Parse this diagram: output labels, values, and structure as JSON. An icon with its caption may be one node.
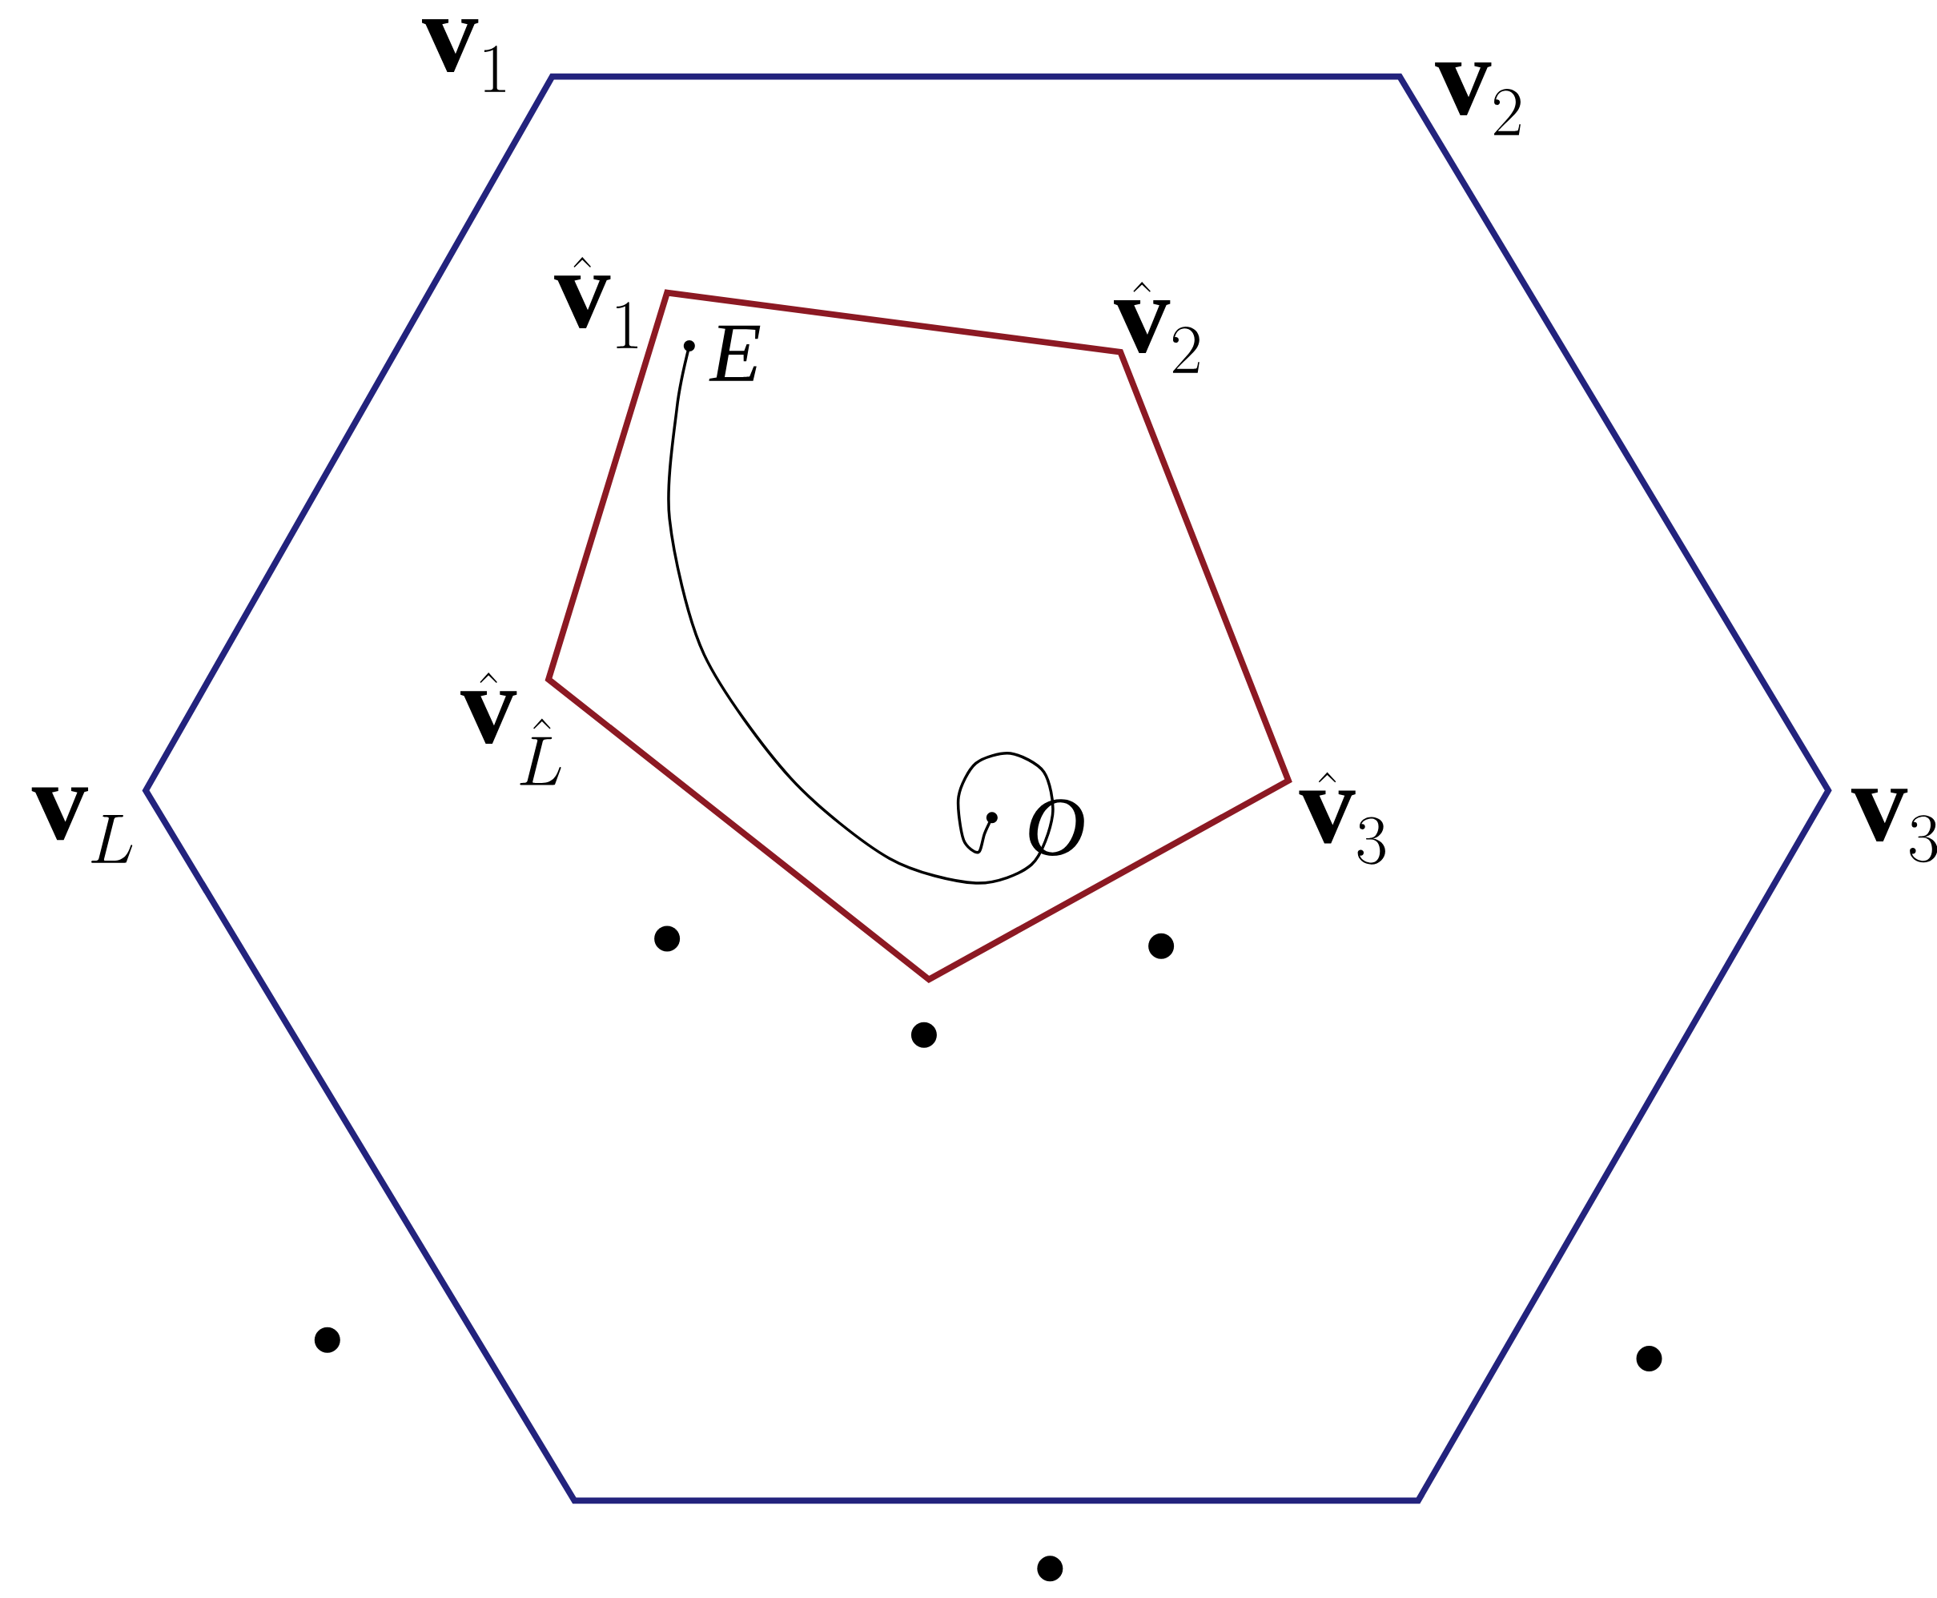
{
  "diagram": {
    "nodes": [
      {
        "text": [],
        "shape": "circle",
        "beside": [
          "E"
        ]
      },
      {
        "text": [],
        "shape": "circle",
        "beside": [
          "O"
        ]
      }
    ],
    "edges": [
      {
        "from": 0,
        "to": 1,
        "arrow": "none"
      }
    ],
    "labels": [
      "\\mathbf{v}_1",
      "\\mathbf{v}_2",
      "\\mathbf{v}_3",
      "\\mathbf{v}_L",
      "\\hat{\\mathbf{v}}_1",
      "\\hat{\\mathbf{v}}_2",
      "\\hat{\\mathbf{v}}_3",
      "\\hat{\\mathbf{v}}_{\\hat{L}}"
    ]
  }
}
